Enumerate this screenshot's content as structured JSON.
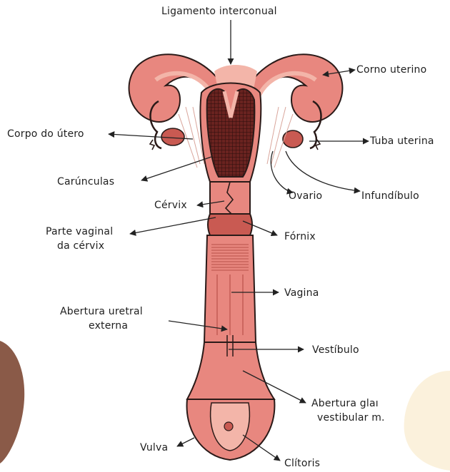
{
  "labels": {
    "ligamento_interconual": "Ligamento interconual",
    "corno_uterino": "Corno uterino",
    "corpo_do_utero": "Corpo do útero",
    "tuba_uterina": "Tuba uterina",
    "caruncula": "Carúnculas",
    "ovario": "Ovario",
    "infundibulo": "Infundíbulo",
    "cervix": "Cérvix",
    "parte_vaginal_1": "Parte vaginal",
    "parte_vaginal_2": "da cérvix",
    "fornix": "Fórnix",
    "vagina": "Vagina",
    "abertura_uretral_1": "Abertura uretral",
    "abertura_uretral_2": "externa",
    "vestibulo": "Vestíbulo",
    "abertura_glandula_1": "Abertura glaı",
    "abertura_glandula_2": "vestibular m.",
    "vulva": "Vulva",
    "clitoris": "Clítoris"
  },
  "colors": {
    "tissue": "#e8877f",
    "tissue_light": "#f3b5a9",
    "tissue_dark": "#c95a52",
    "cavity": "#5e1f1c",
    "outline": "#2a1a18",
    "left_blob": "#8a5a48",
    "right_blob": "#fbf1dc"
  }
}
